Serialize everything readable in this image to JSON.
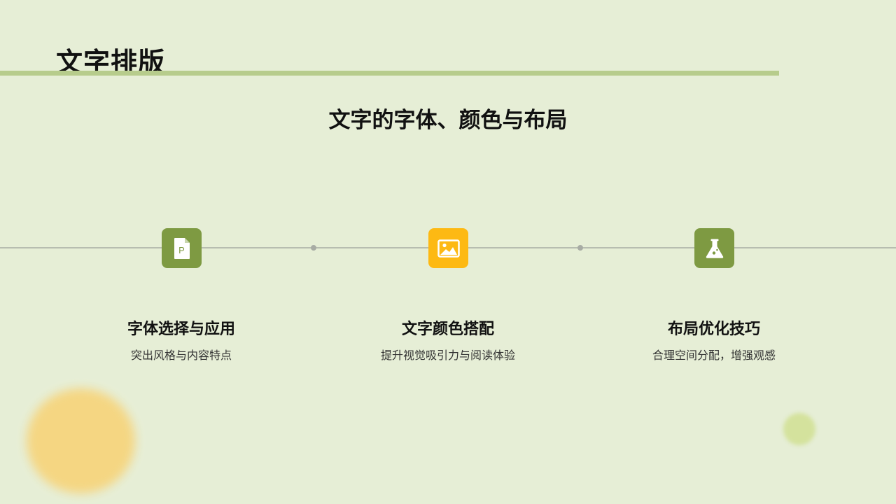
{
  "header": {
    "title": "文字排版",
    "subtitle": "文字的字体、颜色与布局"
  },
  "items": [
    {
      "title": "字体选择与应用",
      "desc": "突出风格与内容特点",
      "icon": "document-p-icon",
      "color": "#7e9a42"
    },
    {
      "title": "文字颜色搭配",
      "desc": "提升视觉吸引力与阅读体验",
      "icon": "image-icon",
      "color": "#fdb913"
    },
    {
      "title": "布局优化技巧",
      "desc": "合理空间分配，增强观感",
      "icon": "flask-icon",
      "color": "#7e9a42"
    }
  ],
  "theme": {
    "background": "#e6eed6",
    "accent_bar": "#b7cc8c"
  }
}
